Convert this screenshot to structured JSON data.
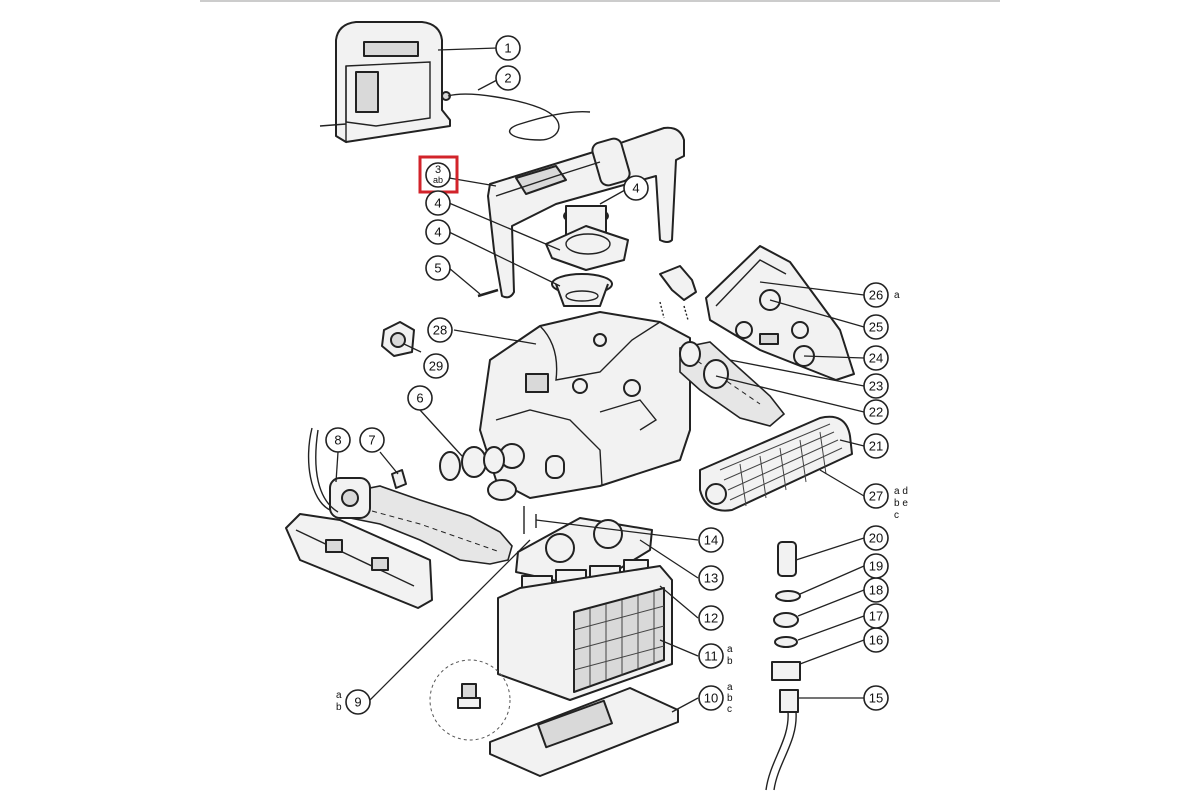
{
  "callouts": [
    {
      "num": "1"
    },
    {
      "num": "2"
    },
    {
      "num": "3",
      "sub": "ab"
    },
    {
      "num": "4"
    },
    {
      "num": "4"
    },
    {
      "num": "4"
    },
    {
      "num": "5"
    },
    {
      "num": "6"
    },
    {
      "num": "7"
    },
    {
      "num": "8"
    },
    {
      "num": "9"
    },
    {
      "num": "10"
    },
    {
      "num": "11"
    },
    {
      "num": "12"
    },
    {
      "num": "13"
    },
    {
      "num": "14"
    },
    {
      "num": "15"
    },
    {
      "num": "16"
    },
    {
      "num": "17"
    },
    {
      "num": "18"
    },
    {
      "num": "19"
    },
    {
      "num": "20"
    },
    {
      "num": "21"
    },
    {
      "num": "22"
    },
    {
      "num": "23"
    },
    {
      "num": "24"
    },
    {
      "num": "25"
    },
    {
      "num": "26"
    },
    {
      "num": "27"
    },
    {
      "num": "28"
    },
    {
      "num": "29"
    }
  ],
  "variants": {
    "part26": "a",
    "part27_l1": "a d",
    "part27_l2": "b e",
    "part27_l3": "c",
    "part11_l1": "a",
    "part11_l2": "b",
    "part10_l1": "a",
    "part10_l2": "b",
    "part10_l3": "c",
    "part9_l1": "a",
    "part9_l2": "b"
  },
  "highlight_color": "#d2232a"
}
